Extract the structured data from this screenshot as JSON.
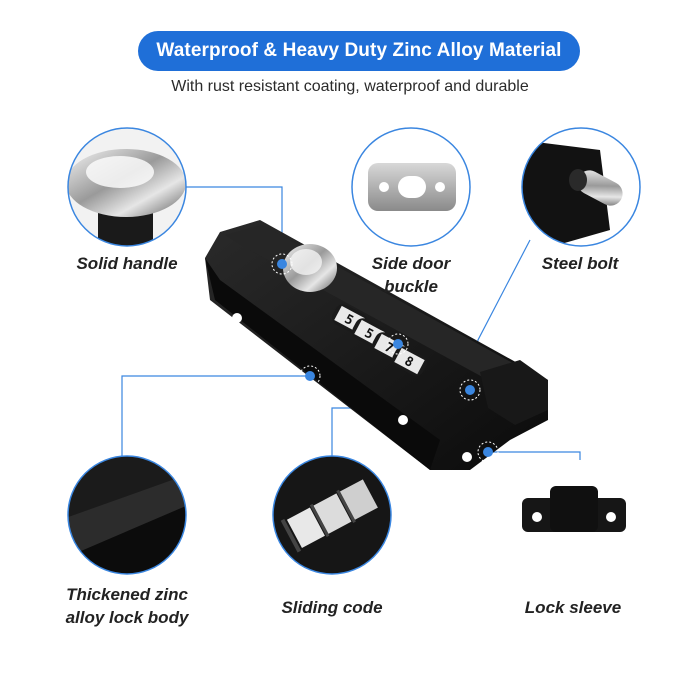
{
  "header": {
    "banner_text": "Waterproof & Heavy Duty Zinc Alloy Material",
    "subtitle": "With rust resistant coating, waterproof and durable"
  },
  "callouts": [
    {
      "label_line1": "Solid handle",
      "label_line2": ""
    },
    {
      "label_line1": "Side door",
      "label_line2": "buckle"
    },
    {
      "label_line1": "Steel bolt",
      "label_line2": ""
    },
    {
      "label_line1": "Thickened zinc",
      "label_line2": "alloy lock body"
    },
    {
      "label_line1": "Sliding code",
      "label_line2": ""
    },
    {
      "label_line1": "Lock sleeve",
      "label_line2": ""
    }
  ],
  "dial_digits": [
    "5",
    "5",
    "7",
    "8"
  ],
  "colors": {
    "accent": "#1f6fd8",
    "circle_border": "#3a86e0",
    "leader_line": "#3a86e0",
    "body": "#141414"
  }
}
